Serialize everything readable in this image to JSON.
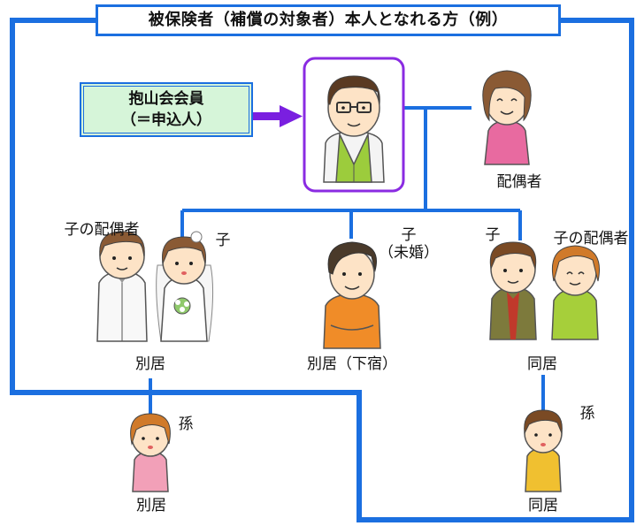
{
  "title": "被保険者（補償の対象者）本人となれる方（例）",
  "member": {
    "line1": "抱山会会員",
    "line2": "（＝申込人）"
  },
  "labels": {
    "spouse": "配偶者",
    "left_child_spouse": "子の配偶者",
    "left_child": "子",
    "unmarried_child_line1": "子",
    "unmarried_child_line2": "（未婚）",
    "right_child": "子",
    "right_child_spouse": "子の配偶者",
    "left_couple_status": "別居",
    "middle_status": "別居（下宿）",
    "right_couple_status": "同居",
    "left_grandchild": "孫",
    "left_grandchild_status": "別居",
    "right_grandchild": "孫",
    "right_grandchild_status": "同居"
  },
  "colors": {
    "line_blue": "#1b6fe0",
    "member_box_fill": "#d6f5d9",
    "arrow_purple": "#7a1fe0",
    "highlight_border": "#8a2be2"
  }
}
